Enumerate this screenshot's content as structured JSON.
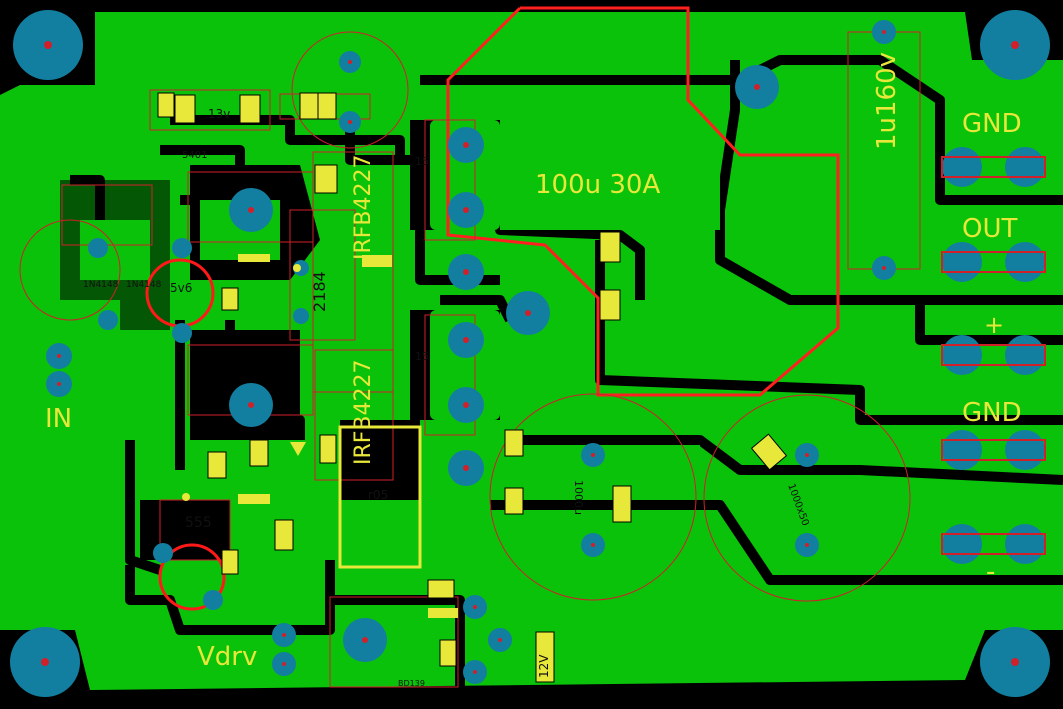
{
  "colors": {
    "background": "#000000",
    "copper": "#0ac20a",
    "pad": "#137fa0",
    "drill": "#d0202a",
    "silkscreen": "#e8e83a",
    "outline": "#ff2020"
  },
  "labels": {
    "gnd_top": "GND",
    "out": "OUT",
    "plus": "+",
    "gnd_mid": "GND",
    "minus": "-",
    "in": "IN",
    "vdrv": "Vdrv",
    "inductor": "100u 30A",
    "cap_film": "1u160v",
    "mosfet_top": "IRFB4227",
    "mosfet_bottom": "IRFB4227",
    "driver_ic": "2184",
    "timer_ic": "555",
    "ic_5401": "5401",
    "zener_13v": "13v",
    "reg_5v6": "5v6",
    "resistor_r05": "r05",
    "transistor_bd139": "BD139",
    "zener_12v": "12V",
    "cap_1000u": "1000u",
    "cap_1000_50": "1000x50",
    "diode_1n4148_a": "1N4148",
    "diode_1n4148_b": "1N4148",
    "res_15a": "15",
    "res_15b": "15"
  },
  "icons": [
    "mounting-hole-icon",
    "pad-icon",
    "connector-icon",
    "diode-symbol-icon"
  ]
}
